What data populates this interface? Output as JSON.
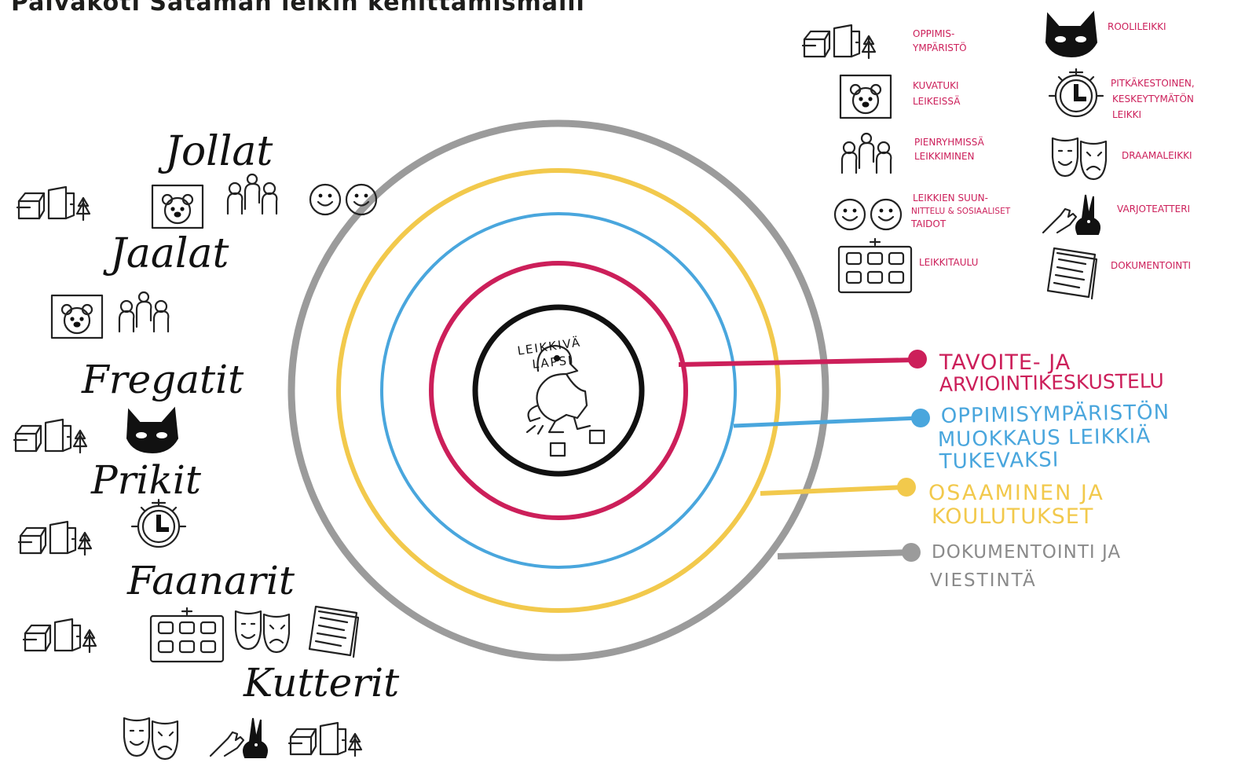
{
  "title": "Päiväkoti Sataman leikin kehittämismalli",
  "colors": {
    "magenta": "#cc1f5a",
    "blue": "#49a6dd",
    "yellow": "#f2c94c",
    "gray": "#9b9b9b",
    "ink": "#111111"
  },
  "center": {
    "label_line1": "LEIKKIVÄ",
    "label_line2": "LAPSI"
  },
  "rings": [
    {
      "label_line1": "TAVOITE- JA",
      "label_line2": "ARVIOINTIKESKUSTELU",
      "label_line3": ""
    },
    {
      "label_line1": "OPPIMISYMPÄRISTÖN",
      "label_line2": "MUOKKAUS LEIKKIÄ",
      "label_line3": "TUKEVAKSI"
    },
    {
      "label_line1": "OSAAMINEN JA",
      "label_line2": "KOULUTUKSET",
      "label_line3": ""
    },
    {
      "label_line1": "DOKUMENTOINTI JA",
      "label_line2": "VIESTINTÄ",
      "label_line3": ""
    }
  ],
  "legend": [
    {
      "icon": "learning-environment-icon",
      "line1": "OPPIMIS-",
      "line2": "YMPÄRISTÖ",
      "line3": ""
    },
    {
      "icon": "picture-support-icon",
      "line1": "KUVATUKI",
      "line2": "LEIKEISSÄ",
      "line3": ""
    },
    {
      "icon": "small-group-icon",
      "line1": "PIENRYHMISSÄ",
      "line2": "LEIKKIMINEN",
      "line3": ""
    },
    {
      "icon": "smiley-faces-icon",
      "line1": "LEIKKIEN SUUN-",
      "line2": "NITTELU & SOSIAALISET",
      "line3": "TAIDOT"
    },
    {
      "icon": "play-board-icon",
      "line1": "LEIKKITAULU",
      "line2": "",
      "line3": ""
    },
    {
      "icon": "role-mask-icon",
      "line1": "ROOLILEIKKI",
      "line2": "",
      "line3": ""
    },
    {
      "icon": "clock-icon",
      "line1": "PITKÄKESTOINEN,",
      "line2": "KESKEYTYMÄTÖN",
      "line3": "LEIKKI"
    },
    {
      "icon": "drama-masks-icon",
      "line1": "DRAAMALEIKKI",
      "line2": "",
      "line3": ""
    },
    {
      "icon": "shadow-theater-icon",
      "line1": "VARJOTEATTERI",
      "line2": "",
      "line3": ""
    },
    {
      "icon": "documents-icon",
      "line1": "DOKUMENTOINTI",
      "line2": "",
      "line3": ""
    }
  ],
  "groups": [
    {
      "name": "Jollat",
      "icons": [
        "learning-environment-icon",
        "picture-support-icon",
        "small-group-icon",
        "smiley-faces-icon"
      ]
    },
    {
      "name": "Jaalat",
      "icons": [
        "picture-support-icon",
        "small-group-icon"
      ]
    },
    {
      "name": "Fregatit",
      "icons": [
        "learning-environment-icon",
        "role-mask-icon"
      ]
    },
    {
      "name": "Prikit",
      "icons": [
        "learning-environment-icon",
        "clock-icon"
      ]
    },
    {
      "name": "Faanarit",
      "icons": [
        "learning-environment-icon",
        "play-board-icon",
        "drama-masks-icon",
        "documents-icon"
      ]
    },
    {
      "name": "Kutterit",
      "icons": [
        "drama-masks-icon",
        "shadow-theater-icon",
        "learning-environment-icon"
      ]
    }
  ]
}
